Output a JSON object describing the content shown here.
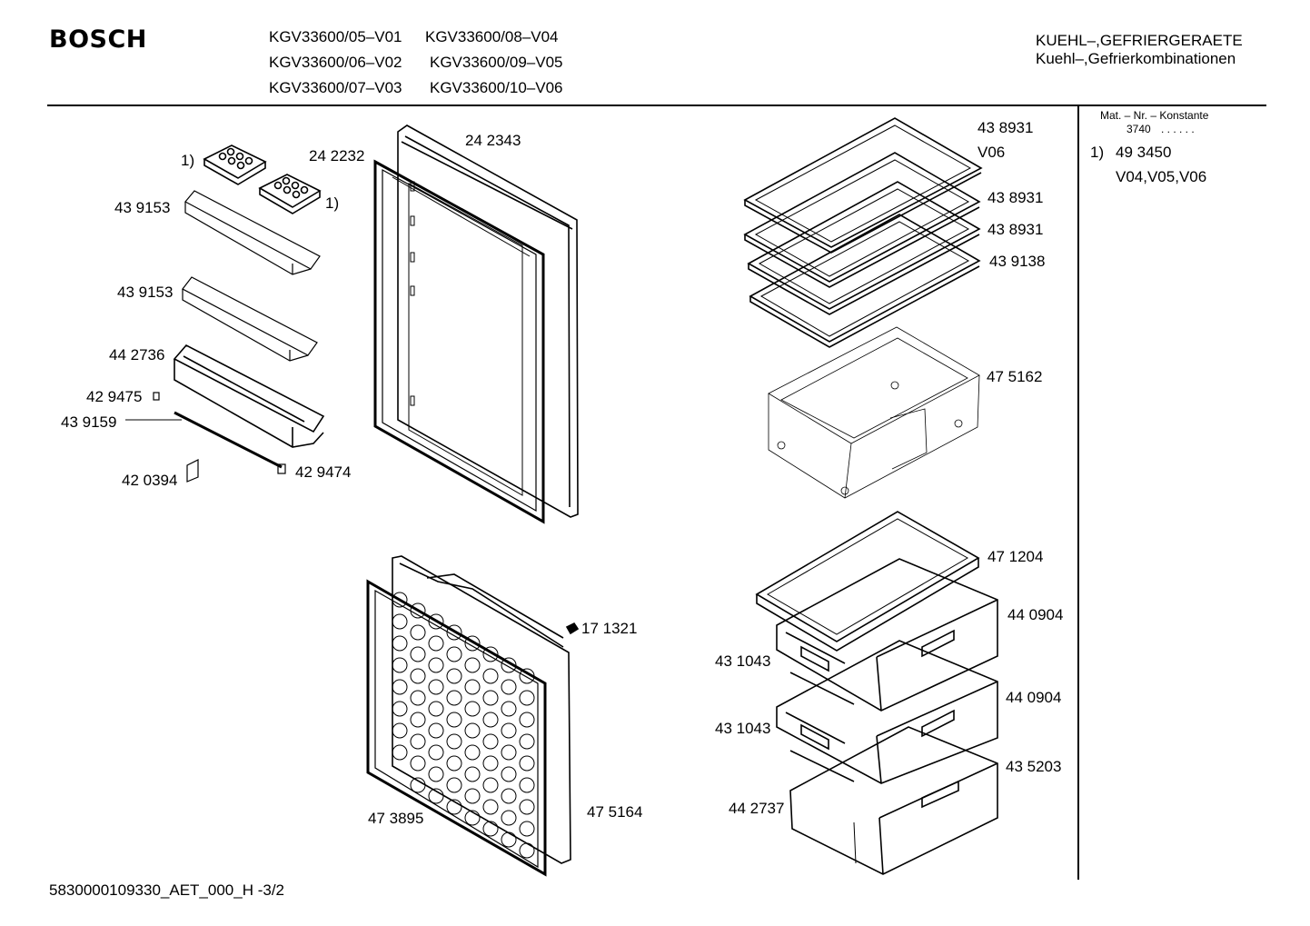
{
  "header": {
    "brand": "BOSCH",
    "models": [
      "KGV33600/05–V01",
      "KGV33600/08–V04",
      "KGV33600/06–V02",
      "KGV33600/09–V05",
      "KGV33600/07–V03",
      "KGV33600/10–V06"
    ],
    "category": "KUEHL–,GEFRIERGERAETE",
    "subcategory": "Kuehl–,Gefrierkombinationen"
  },
  "sidebar": {
    "heading": "Mat. – Nr. – Konstante",
    "constant": "3740",
    "dots": ". . . . . .",
    "note_marker": "1)",
    "note_part": "49 3450",
    "note_variants": "V04,V05,V06"
  },
  "labels": [
    "1)",
    "24 2232",
    "24 2343",
    "1)",
    "43 9153",
    "43 9153",
    "44 2736",
    "42 9475",
    "43 9159",
    "42 9474",
    "42 0394",
    "43 8931",
    "V06",
    "43 8931",
    "43 8931",
    "43 9138",
    "47 5162",
    "47 1204",
    "44 0904",
    "43 1043",
    "44 0904",
    "43 1043",
    "43 5203",
    "44 2737",
    "17 1321",
    "47 3895",
    "47 5164"
  ],
  "footer": "5830000109330_AET_000_H -3/2"
}
